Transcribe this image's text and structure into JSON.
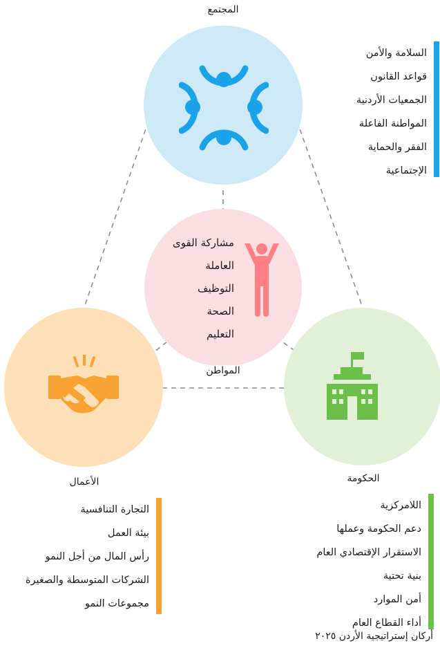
{
  "colors": {
    "society": "#cdeaf6",
    "society_accent": "#1aa3e8",
    "citizen": "#f9dfe1",
    "citizen_accent": "#ff7f86",
    "business": "#fde0b8",
    "business_accent": "#f7a233",
    "government": "#e1f0d6",
    "government_accent": "#6cc04a",
    "connector": "#8c8c8c"
  },
  "nodes": {
    "society": {
      "label": "المجتمع",
      "icon": "people-circle-icon",
      "items": [
        "السلامة والأمن",
        "قواعد القانون",
        "الجمعيات الأردنية",
        "المواطنة الفاعلة",
        "الفقر والحماية",
        "الإجتماعية"
      ]
    },
    "citizen": {
      "label": "المواطن",
      "icon": "person-arms-raised-icon",
      "items": [
        "مشاركة القوى",
        "العاملة",
        "التوظيف",
        "الصحة",
        "التعليم"
      ]
    },
    "business": {
      "label": "الأعمال",
      "icon": "handshake-icon",
      "items": [
        "التجارة التنافسية",
        "بيئة العمل",
        "رأس المال من أجل النمو",
        "الشركات المتوسطة والصغيرة",
        "مجموعات النمو"
      ]
    },
    "government": {
      "label": "الحكومة",
      "icon": "government-building-icon",
      "items": [
        "اللامركزية",
        "دعم الحكومة وعملها",
        "الاستقرار الإقتصادي العام",
        "بنية تحتية",
        "أمن الموارد",
        "أداء القطاع العام"
      ]
    }
  },
  "footer": "أركان إستراتيجية الأردن ٢٠٢٥"
}
